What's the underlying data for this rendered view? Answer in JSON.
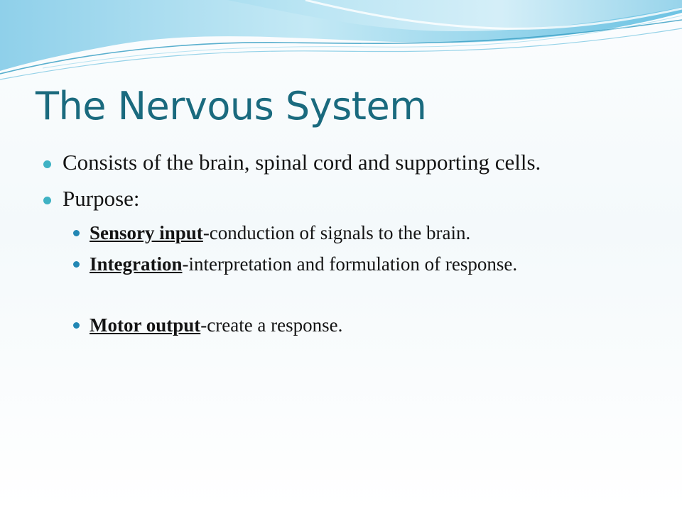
{
  "slide": {
    "title": "The Nervous System",
    "bullets": [
      {
        "text": "Consists of the brain, spinal cord and supporting cells."
      },
      {
        "text": "Purpose:"
      }
    ],
    "sub_bullets": [
      {
        "term": "Sensory input",
        "text": "-conduction of signals to the brain."
      },
      {
        "term": "Integration",
        "text": "-interpretation and formulation of response."
      },
      {
        "term": "Motor output",
        "text": "-create a response."
      }
    ]
  },
  "colors": {
    "title": "#1a6a7e",
    "bullet_level1": "#3fb2c4",
    "bullet_level2": "#2287b4",
    "wave_light": "#bfe6f3",
    "wave_mid": "#8fd0ea",
    "wave_dark": "#3da1c6"
  }
}
